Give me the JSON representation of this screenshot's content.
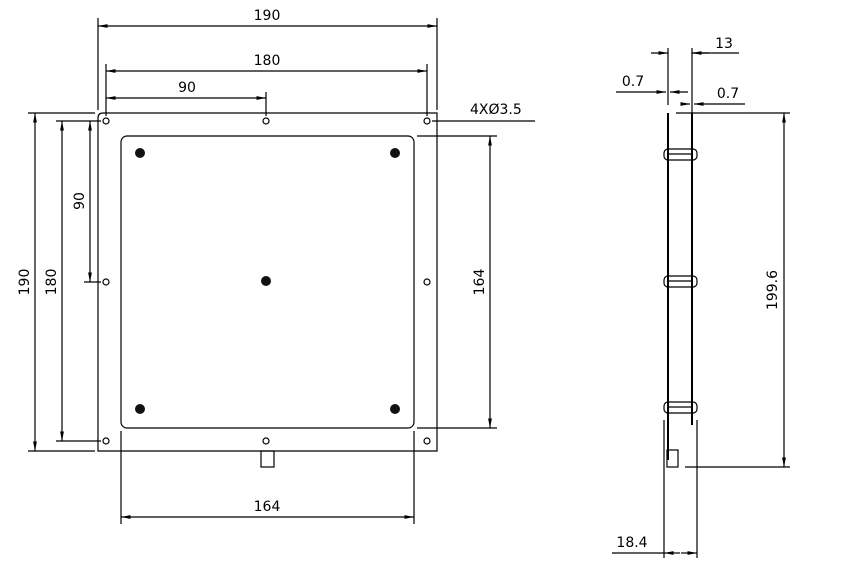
{
  "front_view": {
    "dims": {
      "overall_width": "190",
      "hole_span_width": "180",
      "half_span_width": "90",
      "hole_callout": "4XØ3.5",
      "overall_height": "190",
      "hole_span_height": "180",
      "half_span_height": "90",
      "inner_height": "164",
      "inner_width": "164"
    }
  },
  "side_view": {
    "dims": {
      "thickness": "13",
      "left_offset": "0.7",
      "right_offset": "0.7",
      "height": "199.6",
      "depth_with_connector": "18.4"
    }
  },
  "colors": {
    "line": "#000000",
    "background": "#ffffff"
  }
}
